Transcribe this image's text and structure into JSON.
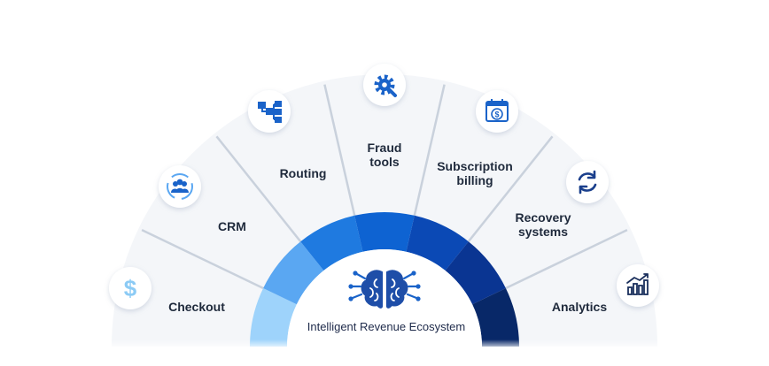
{
  "diagram": {
    "center": {
      "label": "Intelligent Revenue Ecosystem",
      "icon": "brain-circuit-icon"
    },
    "segments": [
      {
        "label": "Checkout",
        "icon": "dollar-icon",
        "color": "#9ed3fb"
      },
      {
        "label": "CRM",
        "icon": "users-cycle-icon",
        "color": "#5aa7f2"
      },
      {
        "label": "Routing",
        "icon": "flow-icon",
        "color": "#1f7ae0"
      },
      {
        "label": "Fraud tools",
        "icon": "gear-wrench-icon",
        "color": "#0e63d2"
      },
      {
        "label": "Subscription billing",
        "icon": "calendar-dollar-icon",
        "color": "#0b49b5"
      },
      {
        "label": "Recovery systems",
        "icon": "refresh-icon",
        "color": "#0a3592"
      },
      {
        "label": "Analytics",
        "icon": "bar-chart-icon",
        "color": "#082868"
      }
    ],
    "colors": {
      "icon_blue": "#1a63c9",
      "panel": "#f4f6f9",
      "divider": "#c9d1dc",
      "text": "#1f2a3c"
    }
  }
}
